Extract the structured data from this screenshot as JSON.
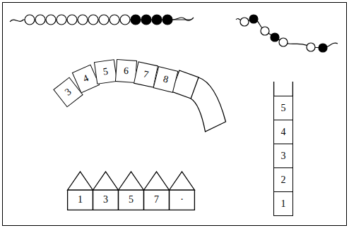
{
  "diagram": {
    "nodes": [
      {
        "text": [
          "3"
        ]
      },
      {
        "text": [
          "4"
        ]
      },
      {
        "text": [
          "5"
        ]
      },
      {
        "text": [
          "6"
        ]
      },
      {
        "text": [
          "7"
        ]
      },
      {
        "text": [
          "8"
        ]
      },
      {
        "text": [
          "1"
        ]
      },
      {
        "text": [
          "3"
        ]
      },
      {
        "text": [
          "5"
        ]
      },
      {
        "text": [
          "7"
        ]
      },
      {
        "text": [
          "·"
        ]
      },
      {
        "text": [
          "5"
        ]
      },
      {
        "text": [
          "4"
        ]
      },
      {
        "text": [
          "3"
        ]
      },
      {
        "text": [
          "2"
        ]
      },
      {
        "text": [
          "1"
        ]
      }
    ]
  }
}
